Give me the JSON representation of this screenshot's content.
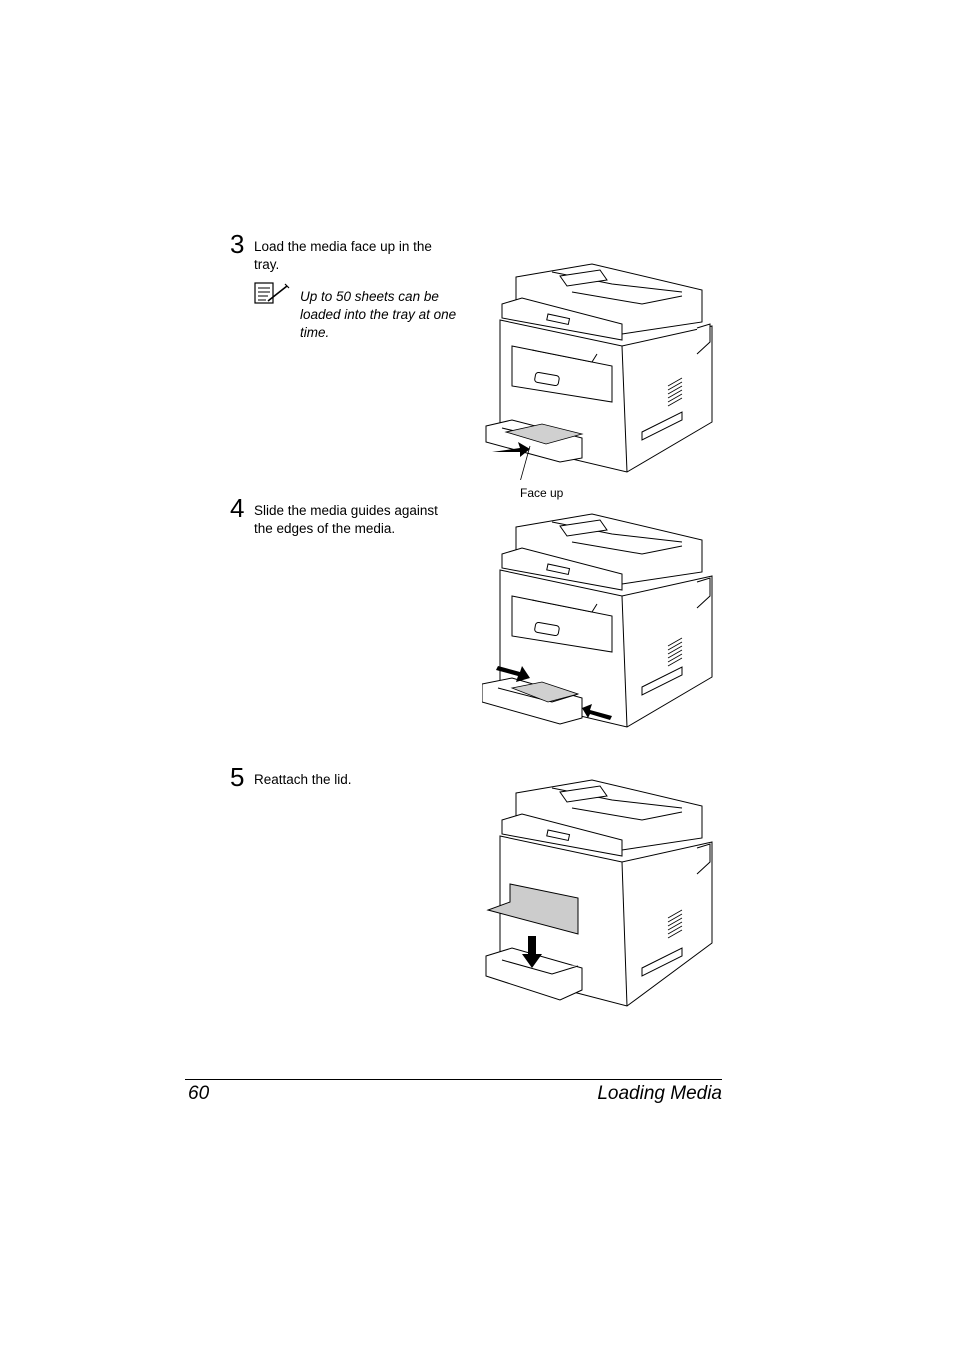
{
  "steps": [
    {
      "number": "3",
      "text": "Load the media face up in the tray."
    },
    {
      "number": "4",
      "text": "Slide the media guides against the edges of the media."
    },
    {
      "number": "5",
      "text": "Reattach the lid."
    }
  ],
  "note": {
    "text": "Up to 50 sheets can be loaded into the tray at one time.",
    "icon": "note-pad-icon"
  },
  "figures": {
    "callout_face_up": "Face up"
  },
  "footer": {
    "page_number": "60",
    "section_title": "Loading Media"
  }
}
